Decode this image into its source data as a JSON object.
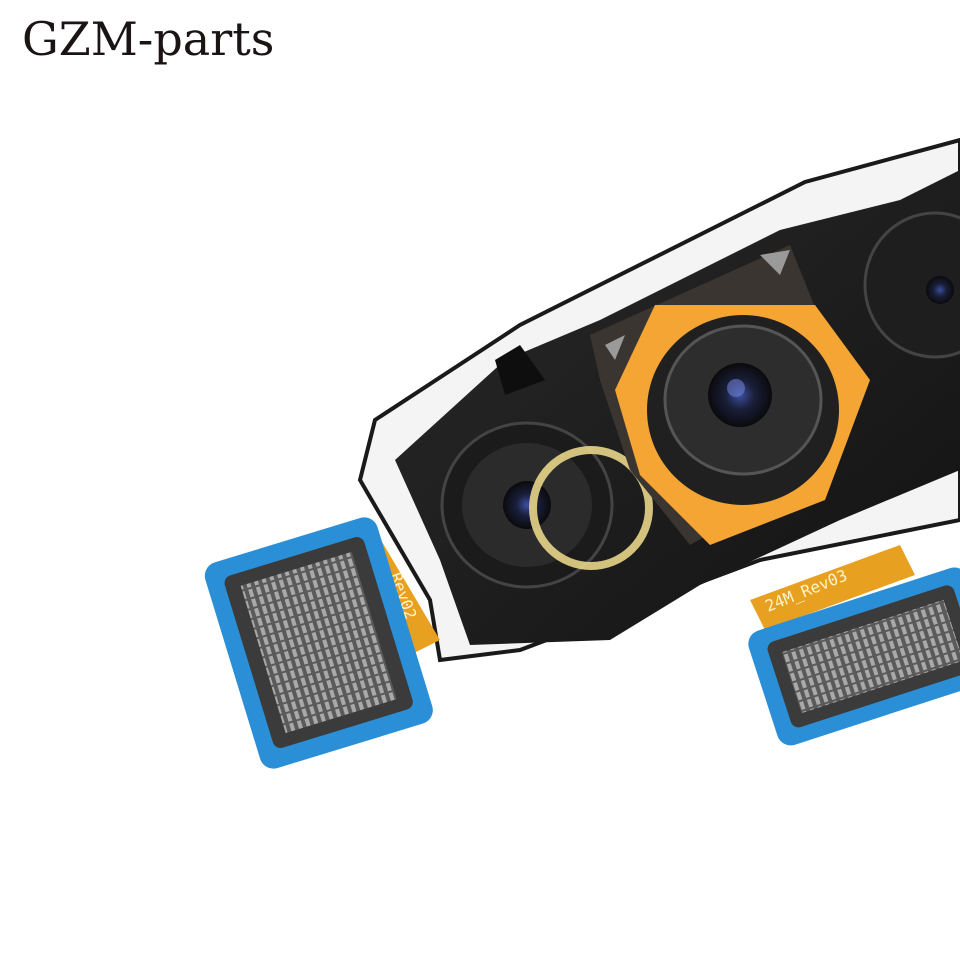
{
  "watermark": {
    "text": "GZM-parts"
  },
  "module": {
    "left_flex_label": "Rev02",
    "right_flex_label": "24M_Rev03"
  },
  "colors": {
    "frame": "#1c1c1c",
    "lens_ring": "#f4a533",
    "flex_orange": "#e8a020",
    "connector_blue": "#2a8fd6",
    "connector_body": "#6d6d6d"
  }
}
